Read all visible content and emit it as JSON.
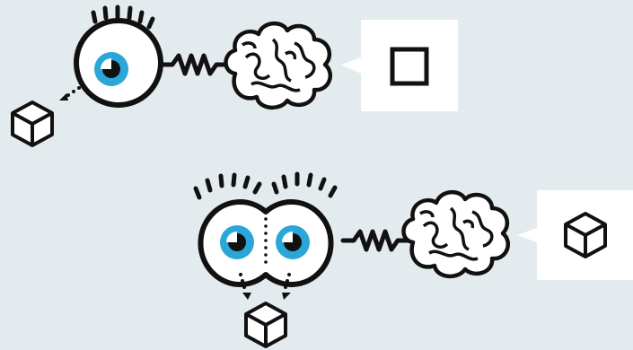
{
  "diagram": {
    "monocular": {
      "eye_count": 1,
      "perceives": "square",
      "speech_shape": "square-icon"
    },
    "binocular": {
      "eye_count": 2,
      "perceives": "cube",
      "speech_shape": "cube-icon"
    },
    "colors": {
      "background": "#e4ebee",
      "iris": "#2aa6d8",
      "outline": "#111111",
      "eye_white": "#ffffff",
      "bubble": "#ffffff"
    }
  }
}
